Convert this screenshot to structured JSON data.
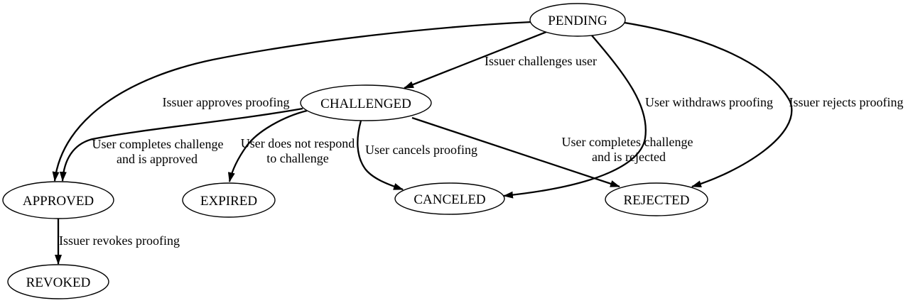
{
  "diagram": {
    "type": "state-transition-graph",
    "colors": {
      "stroke": "#000000",
      "node_fill": "#ffffff",
      "background": "#ffffff",
      "text": "#000000"
    },
    "nodes": {
      "pending": {
        "label": "PENDING"
      },
      "challenged": {
        "label": "CHALLENGED"
      },
      "approved": {
        "label": "APPROVED"
      },
      "expired": {
        "label": "EXPIRED"
      },
      "canceled": {
        "label": "CANCELED"
      },
      "rejected": {
        "label": "REJECTED"
      },
      "revoked": {
        "label": "REVOKED"
      }
    },
    "edges": {
      "pending_challenged": {
        "from": "PENDING",
        "to": "CHALLENGED",
        "label": "Issuer challenges user"
      },
      "pending_approved": {
        "from": "PENDING",
        "to": "APPROVED",
        "label": "Issuer approves proofing"
      },
      "pending_canceled": {
        "from": "PENDING",
        "to": "CANCELED",
        "label": "User withdraws proofing"
      },
      "pending_rejected": {
        "from": "PENDING",
        "to": "REJECTED",
        "label": "Issuer rejects proofing"
      },
      "challenged_approved": {
        "from": "CHALLENGED",
        "to": "APPROVED",
        "lines": [
          "User completes challenge",
          "and is approved"
        ]
      },
      "challenged_expired": {
        "from": "CHALLENGED",
        "to": "EXPIRED",
        "lines": [
          "User does not respond",
          "to challenge"
        ]
      },
      "challenged_canceled": {
        "from": "CHALLENGED",
        "to": "CANCELED",
        "label": "User cancels proofing"
      },
      "challenged_rejected": {
        "from": "CHALLENGED",
        "to": "REJECTED",
        "lines": [
          "User completes challenge",
          "and is rejected"
        ]
      },
      "approved_revoked": {
        "from": "APPROVED",
        "to": "REVOKED",
        "label": "Issuer revokes proofing"
      }
    }
  }
}
